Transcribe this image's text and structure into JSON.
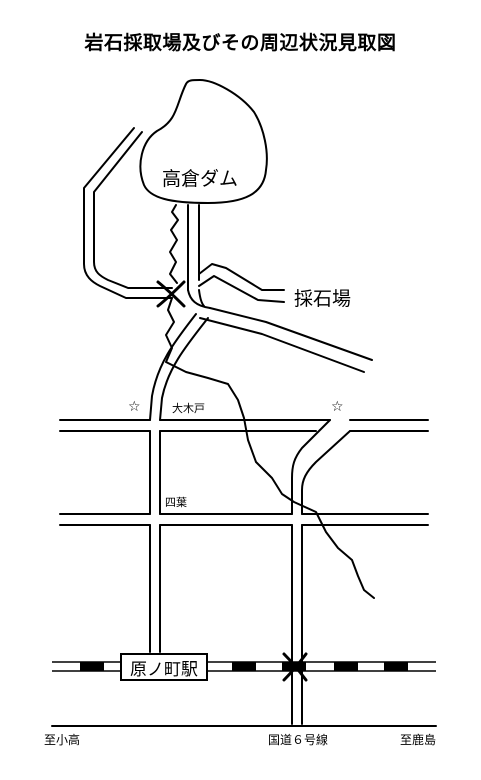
{
  "title": "岩石採取場及びその周辺状況見取図",
  "labels": {
    "dam": "高倉ダム",
    "quarry": "採石場",
    "okido": "大木戸",
    "yotsuba": "四葉",
    "station": "原ノ町駅",
    "route": "国道６号線",
    "to_left": "至小高",
    "to_right": "至鹿島"
  },
  "icons": {
    "landmark": "star-outline",
    "crossing": "x-mark"
  },
  "colors": {
    "ink": "#000000",
    "background": "#ffffff"
  }
}
